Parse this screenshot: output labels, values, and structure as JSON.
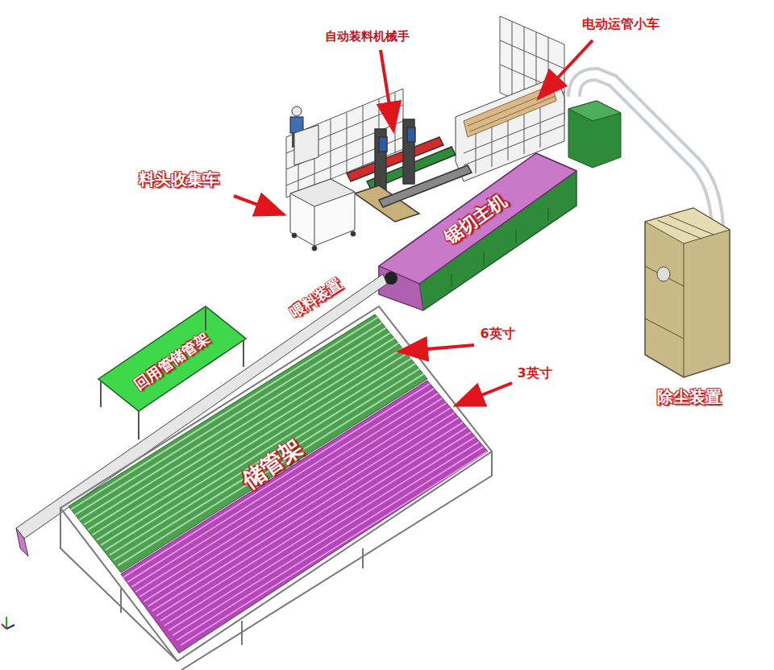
{
  "diagram": {
    "labels": [
      "自动装料机械手",
      "电动运管小车",
      "料头收集车",
      "锯切主机",
      "喂料装置",
      "6英寸",
      "3英寸",
      "回用管储管架",
      "储管架",
      "除尘装置"
    ]
  }
}
